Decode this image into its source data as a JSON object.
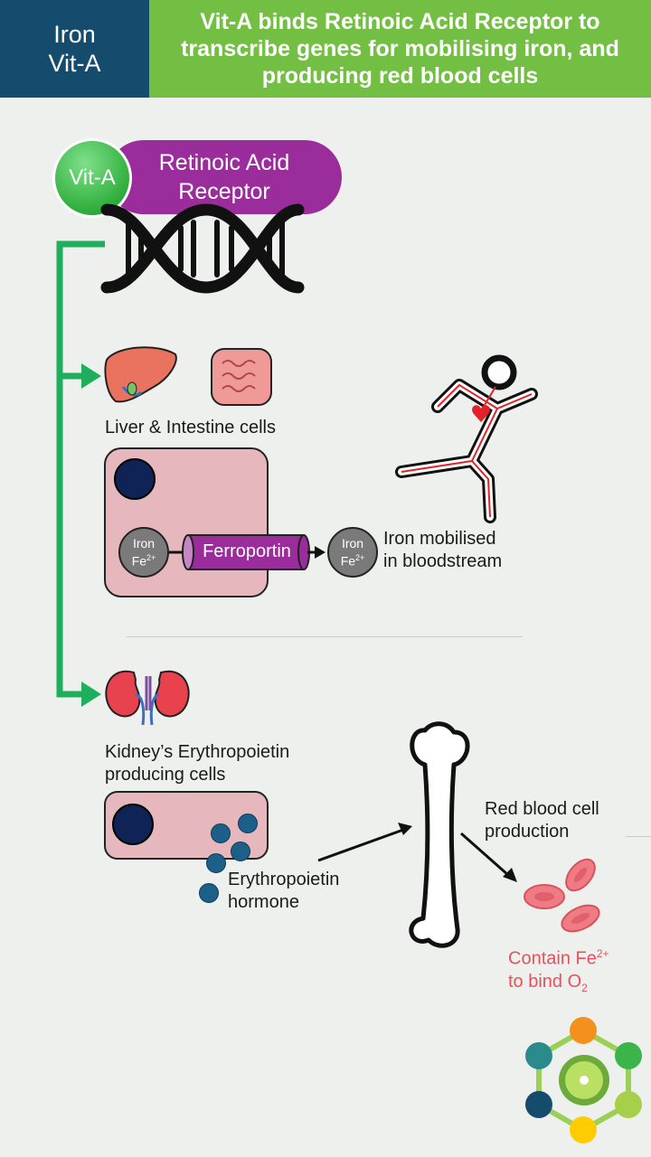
{
  "header": {
    "left_line1": "Iron",
    "left_line2": "Vit-A",
    "title_line1": "Vit-A binds Retinoic Acid Receptor to",
    "title_line2": "transcribe genes for mobilising iron, and",
    "title_line3": "producing red blood cells"
  },
  "receptor": {
    "vita_label": "Vit-A",
    "receptor_line1": "Retinoic Acid",
    "receptor_line2": "Receptor"
  },
  "liver_section": {
    "label": "Liver & Intestine cells",
    "iron_in_1": "Iron",
    "iron_in_2": "Fe",
    "iron_in_sup": "2+",
    "ferroportin": "Ferroportin",
    "iron_out_1": "Iron",
    "iron_out_2": "Fe",
    "iron_out_sup": "2+",
    "mobilised_line1": "Iron mobilised",
    "mobilised_line2": "in bloodstream"
  },
  "kidney_section": {
    "label_line1": "Kidney’s Erythropoietin",
    "label_line2": "producing cells",
    "hormone_line1": "Erythropoietin",
    "hormone_line2": "hormone",
    "rbc_line1": "Red blood cell",
    "rbc_line2": "production",
    "contain_prefix": "Contain Fe",
    "contain_sup": "2+",
    "bind_prefix": "to bind O",
    "bind_sub": "2"
  },
  "colors": {
    "header_left_bg": "#154c6e",
    "header_right_bg": "#72bf44",
    "arrow_green": "#1fae5b",
    "receptor_purple": "#9b2c9b",
    "vita_green": "#3dbb4a",
    "cell_pink": "#e6b8bd",
    "nucleus_navy": "#0f2356",
    "rbc_pink": "#ef7b85",
    "contain_red": "#e8505b"
  },
  "icons": [
    "dna-icon",
    "liver-icon",
    "intestine-icon",
    "runner-icon",
    "kidney-icon",
    "bone-icon",
    "red-blood-cell-icon",
    "hexagon-logo-icon"
  ]
}
